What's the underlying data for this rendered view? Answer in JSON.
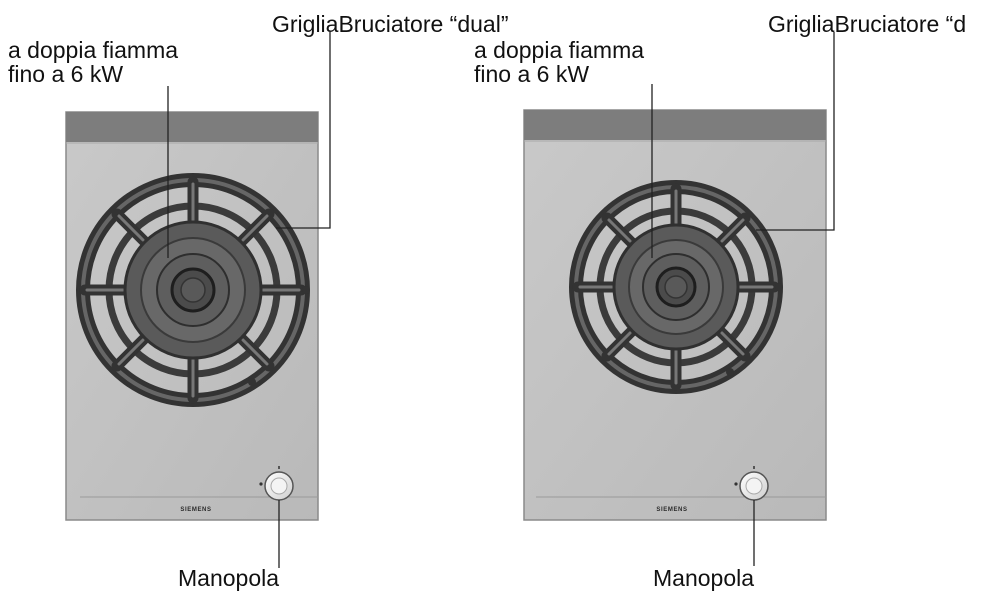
{
  "diagram": {
    "panels": [
      {
        "burner_label_line1": "a doppia fiamma",
        "burner_label_line2": "fino a 6 kW",
        "grid_label": "GrigliaBruciatore “dual”",
        "knob_label": "Manopola",
        "brand": "SIEMENS"
      },
      {
        "burner_label_line1": "a doppia fiamma",
        "burner_label_line2": "fino a 6 kW",
        "grid_label": "GrigliaBruciatore “d",
        "knob_label": "Manopola",
        "brand": "SIEMENS"
      }
    ]
  }
}
